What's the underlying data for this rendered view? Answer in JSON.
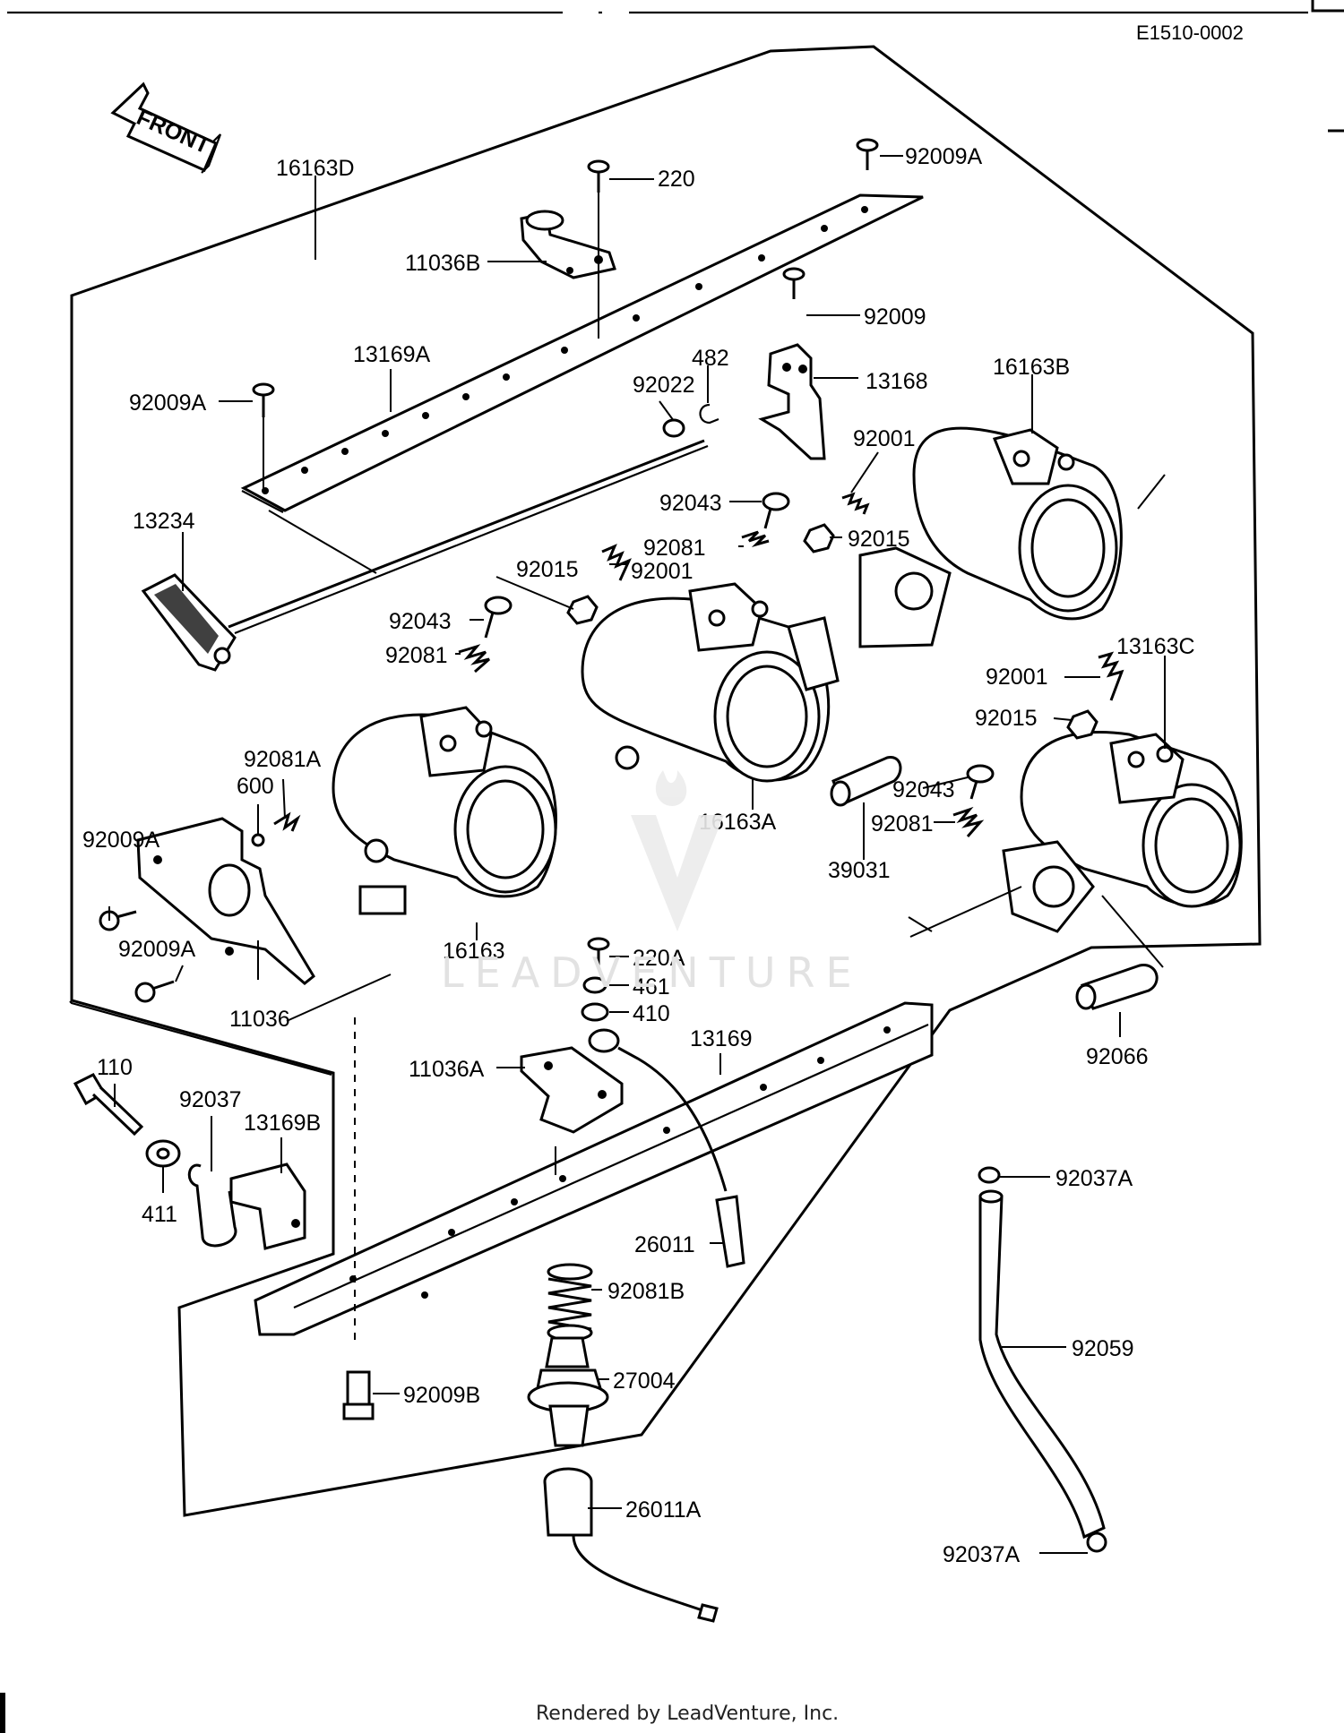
{
  "diagram_code": "E1510-0002",
  "front_label": "FRONT",
  "footer": "Rendered by LeadVenture, Inc.",
  "watermark": "LEADVENTURE",
  "labels": {
    "p16163D": "16163D",
    "p220": "220",
    "p92009A_top": "92009A",
    "p11036B": "11036B",
    "p92009": "92009",
    "p13169A": "13169A",
    "p482": "482",
    "p92022": "92022",
    "p13168": "13168",
    "p16163B": "16163B",
    "p92009A_left": "92009A",
    "p92001_top": "92001",
    "p13234": "13234",
    "p92043_mid": "92043",
    "p92081_mid": "92081",
    "p92015_mid": "92015",
    "p92015_left": "92015",
    "p92001_mid": "92001",
    "p92043_left": "92043",
    "p92081_left": "92081",
    "p13163C": "13163C",
    "p92001_right": "92001",
    "p92015_right": "92015",
    "p92081A": "92081A",
    "p600": "600",
    "p92043_right": "92043",
    "p92081_right": "92081",
    "p16163A": "16163A",
    "p39031": "39031",
    "p92009A_bl": "92009A",
    "p92009A_bl2": "92009A",
    "p16163": "16163",
    "p11036": "11036",
    "p220A": "220A",
    "p461": "461",
    "p410": "410",
    "p13169": "13169",
    "p92066": "92066",
    "p11036A": "11036A",
    "p110": "110",
    "p92037": "92037",
    "p13169B": "13169B",
    "p411": "411",
    "p92037A_top": "92037A",
    "p26011": "26011",
    "p92081B": "92081B",
    "p92059": "92059",
    "p27004": "27004",
    "p92009B": "92009B",
    "p26011A": "26011A",
    "p92037A_bot": "92037A"
  }
}
